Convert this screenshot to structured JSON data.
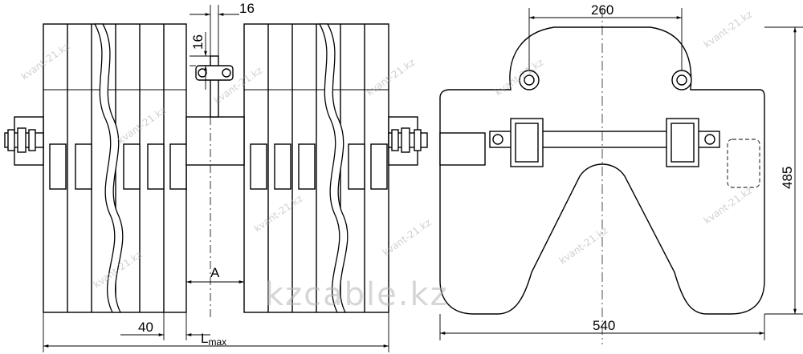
{
  "dimensions": {
    "top_gap": "16",
    "bolt_height": "16",
    "spacer": "A",
    "plate_thickness": "40",
    "total_length": "L",
    "total_length_sub": "max",
    "hole_spacing": "260",
    "height": "485",
    "width": "540"
  },
  "watermark_main": "kzcable.kz",
  "watermark_small": "kvant-21.kz"
}
